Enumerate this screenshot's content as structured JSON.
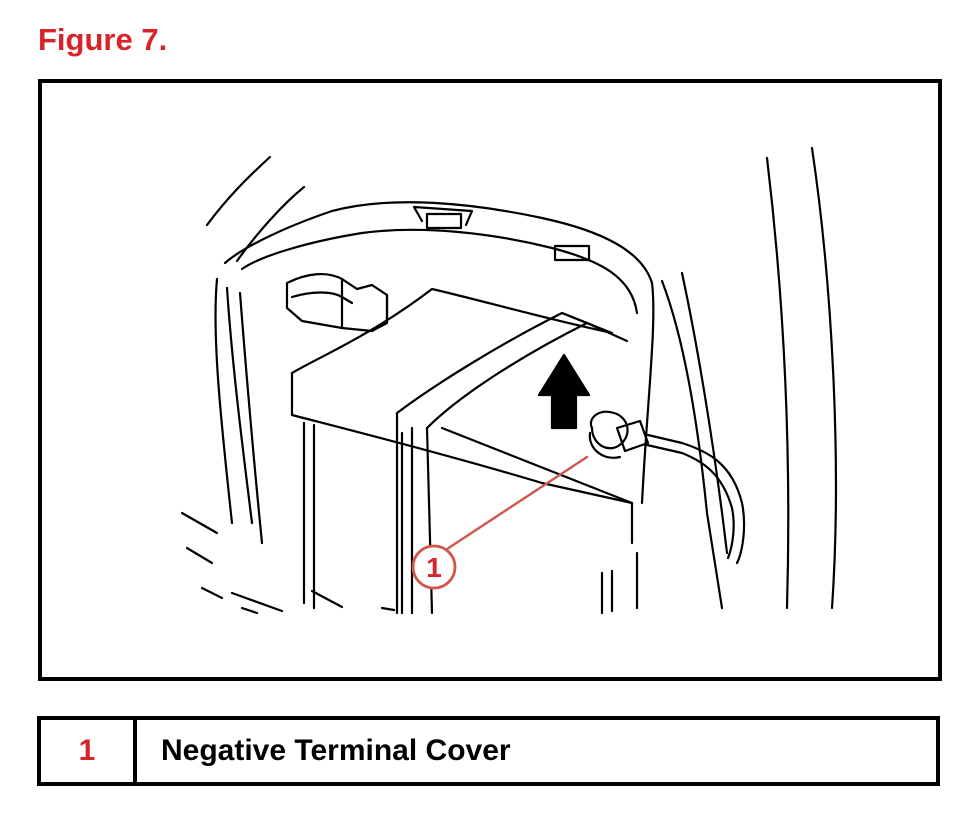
{
  "figure": {
    "title": "Figure 7.",
    "callout": {
      "number": "1"
    }
  },
  "legend": {
    "rows": [
      {
        "number": "1",
        "label": "Negative Terminal Cover"
      }
    ]
  },
  "colors": {
    "accent_red": "#d8232a",
    "line_art": "#000000",
    "callout_leader": "#d0574e"
  }
}
